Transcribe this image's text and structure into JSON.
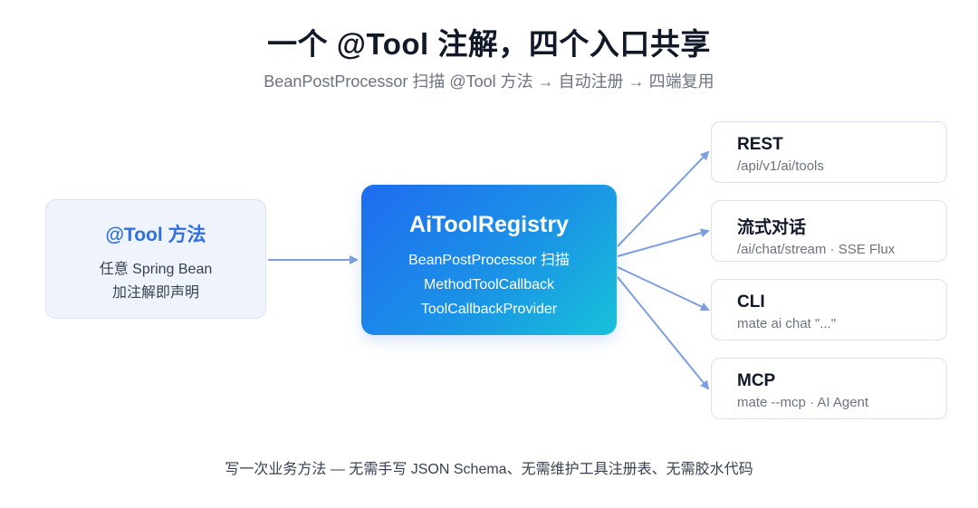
{
  "header": {
    "title": "一个 @Tool 注解，四个入口共享",
    "subtitle": "BeanPostProcessor 扫描 @Tool 方法 → 自动注册 → 四端复用"
  },
  "source": {
    "title": "@Tool 方法",
    "lines": [
      "任意 Spring Bean",
      "加注解即声明"
    ]
  },
  "registry": {
    "title": "AiToolRegistry",
    "lines": [
      "BeanPostProcessor 扫描",
      "MethodToolCallback",
      "ToolCallbackProvider"
    ]
  },
  "targets": [
    {
      "name": "REST",
      "sub": "/api/v1/ai/tools"
    },
    {
      "name": "流式对话",
      "sub": "/ai/chat/stream · SSE Flux"
    },
    {
      "name": "CLI",
      "sub": "mate ai chat \"...\""
    },
    {
      "name": "MCP",
      "sub": "mate --mcp · AI Agent"
    }
  ],
  "footer": "写一次业务方法 — 无需手写 JSON Schema、无需维护工具注册表、无需胶水代码",
  "colors": {
    "arrow": "#7d9fe0",
    "accent": "#2f6fe0",
    "gradient_start": "#1f6cf0",
    "gradient_end": "#17c2d9"
  }
}
